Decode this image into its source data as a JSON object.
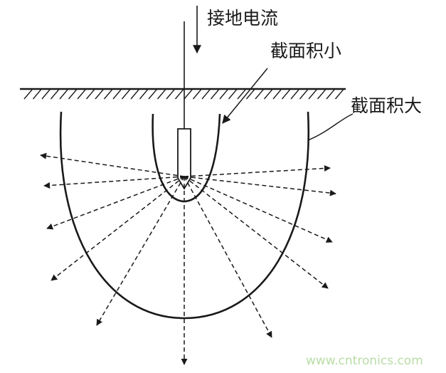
{
  "labels": {
    "ground_current": "接地电流",
    "small_section": "截面积小",
    "large_section": "截面积大"
  },
  "watermark": "www.cntronics.com",
  "colors": {
    "line": "#1a1a1a",
    "watermark": "#b9dca6"
  }
}
